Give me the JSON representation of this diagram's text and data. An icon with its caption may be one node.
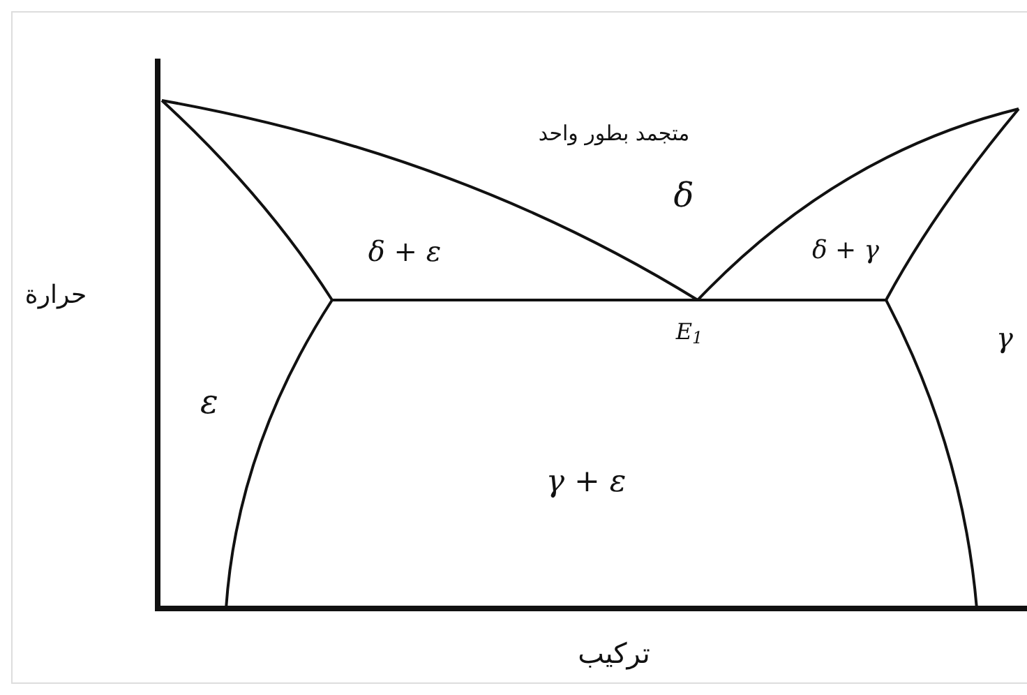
{
  "diagram": {
    "labels": [
      "متجمد بطور واحد",
      "δ",
      "δ + ε",
      "δ + γ",
      "حرارة",
      "E$_{1}$",
      "γ",
      "ε",
      "γ + ε",
      "تركيب"
    ]
  }
}
